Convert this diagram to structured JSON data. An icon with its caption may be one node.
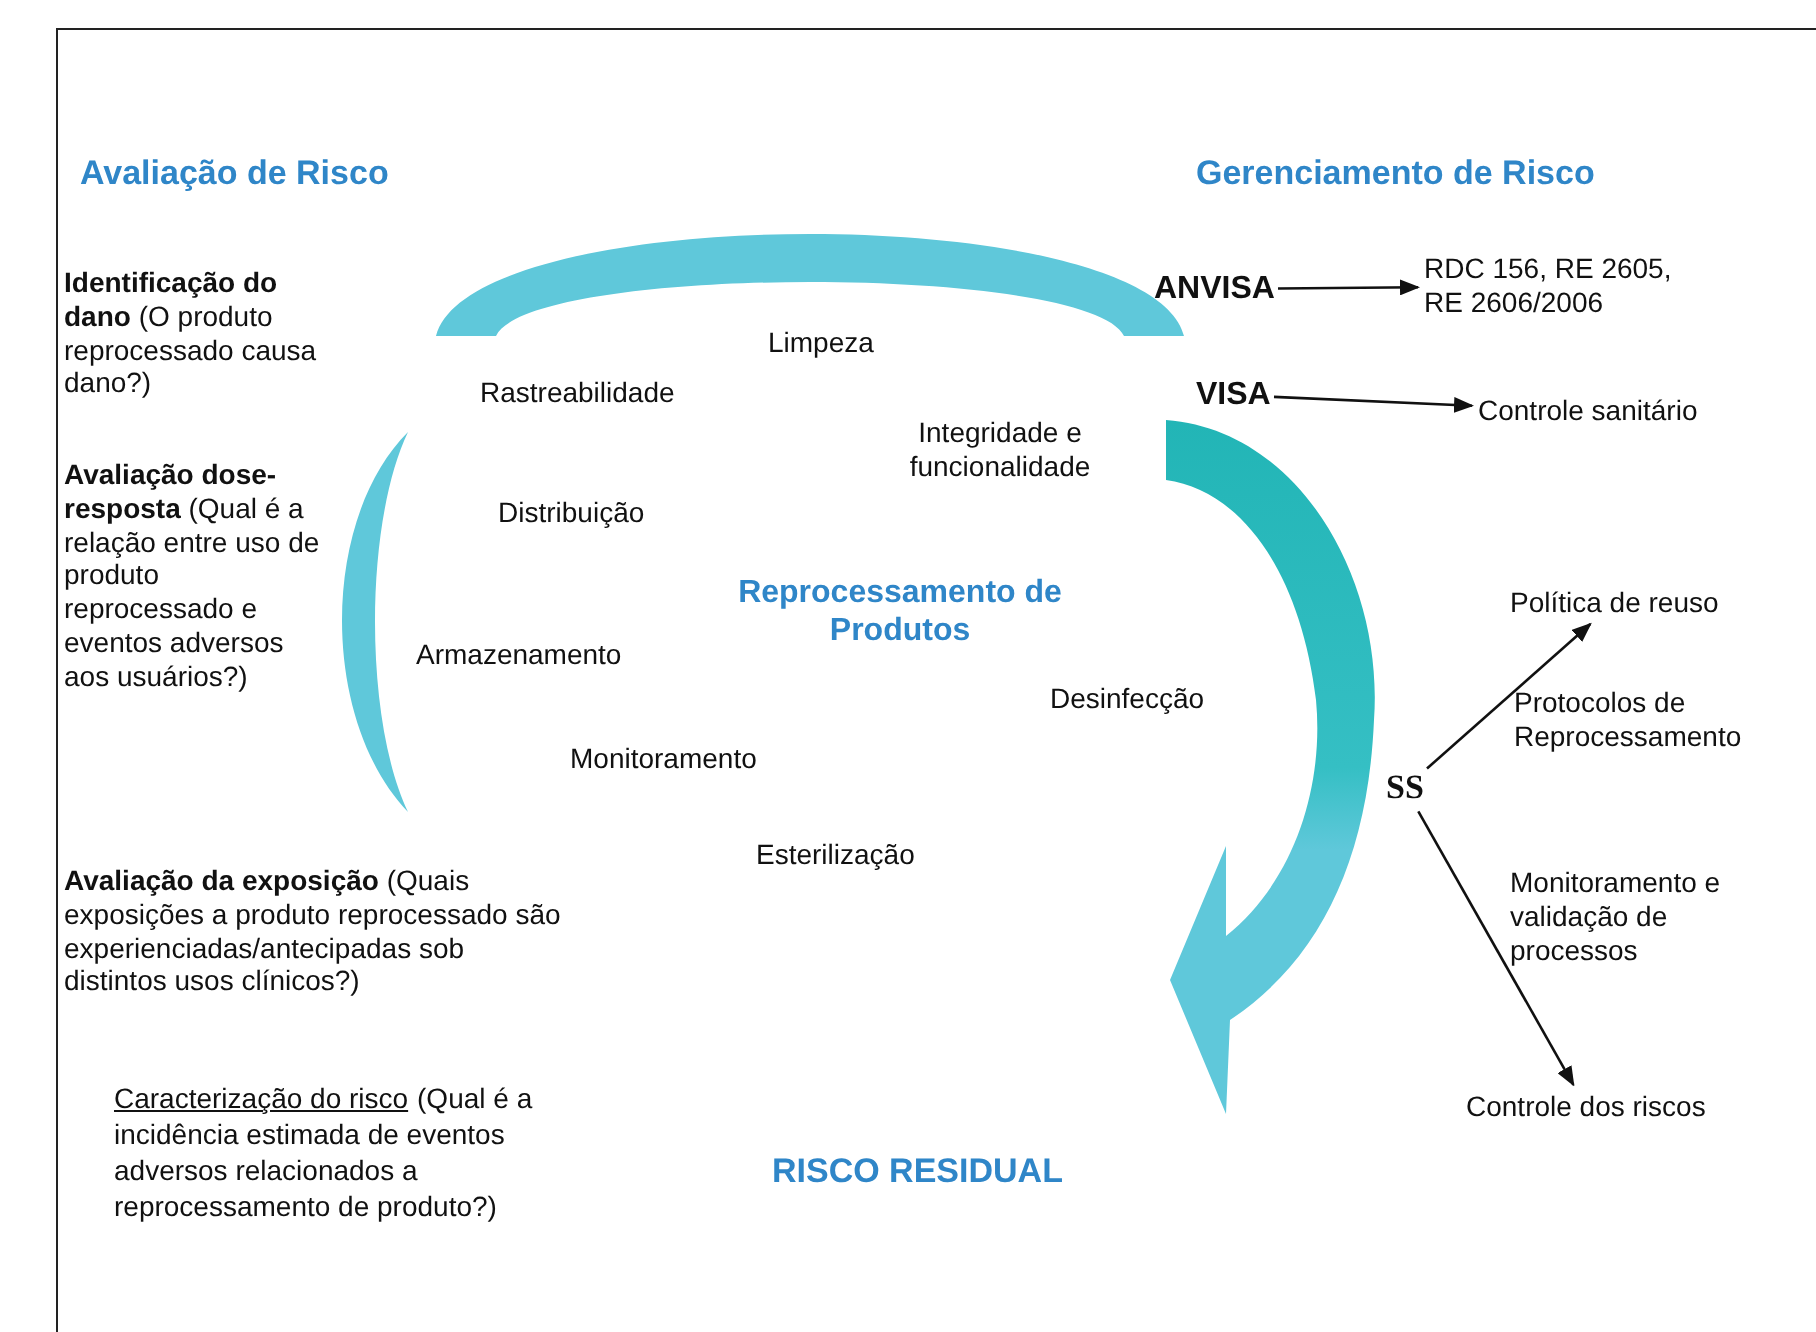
{
  "diagram": {
    "nodes": [
      {
        "text": [
          "ANVISA"
        ]
      },
      {
        "text": [
          "RDC 156, RE 2605, RE 2606/2006"
        ]
      },
      {
        "text": [
          "VISA"
        ]
      },
      {
        "text": [
          "Controle sanitário"
        ]
      },
      {
        "text": [
          "SS"
        ]
      },
      {
        "text": [
          "Política de reuso"
        ]
      },
      {
        "text": [
          "Controle dos riscos"
        ]
      }
    ],
    "edges": [
      {
        "from": 0,
        "to": 1,
        "arrow": "to"
      },
      {
        "from": 2,
        "to": 3,
        "arrow": "to"
      },
      {
        "from": 4,
        "to": 5,
        "arrow": "to"
      },
      {
        "from": 4,
        "to": 6,
        "arrow": "to"
      }
    ],
    "labels": [
      "Avaliação de Risco",
      "Gerenciamento de Risco",
      "**Identificação do dano** (O produto reprocessado causa dano?)",
      "Limpeza",
      "Rastreabilidade",
      "Integridade e funcionalidade",
      "**Avaliação dose-resposta** (Qual é a relação entre uso de produto reprocessado e eventos adversos aos usuários?)",
      "Distribuição",
      "Reprocessamento de Produtos",
      "Armazenamento",
      "Protocolos de Reprocessamento",
      "Desinfecção",
      "Monitoramento",
      "Esterilização",
      "Monitoramento e validação de processos",
      "**Avaliação da exposição** (Quais exposições a produto reprocessado são experienciadas/antecipadas sob distintos usos clínicos?)",
      "Caracterização do risco",
      "(Qual é a incidência estimada de eventos adversos relacionados a reprocessamento de produto?)",
      "RISCO RESIDUAL"
    ]
  }
}
